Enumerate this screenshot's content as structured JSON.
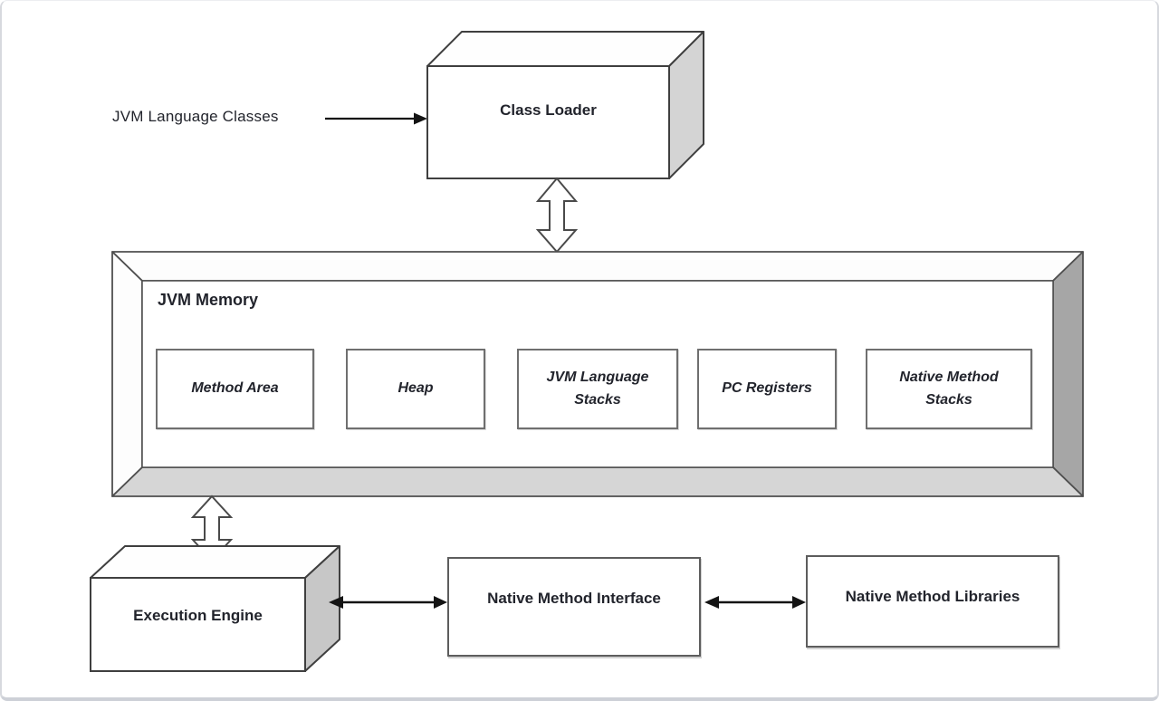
{
  "diagram": {
    "input_label": "JVM Language Classes",
    "class_loader": {
      "label": "Class Loader"
    },
    "jvm_memory": {
      "title": "JVM Memory",
      "components": [
        {
          "label": "Method Area"
        },
        {
          "label": "Heap"
        },
        {
          "label": "JVM Language Stacks"
        },
        {
          "label": "PC Registers"
        },
        {
          "label": "Native Method Stacks"
        }
      ]
    },
    "execution_engine": {
      "label": "Execution Engine"
    },
    "native_method_interface": {
      "label": "Native Method Interface"
    },
    "native_method_libraries": {
      "label": "Native Method Libraries"
    },
    "colors": {
      "text": "#22242c",
      "box_stroke": "#3f3f3f",
      "frame_stroke": "#4f4f4f",
      "box_side_face": "#d4d4d4",
      "engine_side_face": "#c7c7c7",
      "frame_right_face": "#a6a6a6",
      "frame_bottom_face": "#d6d6d6",
      "arrow": "#141414",
      "page_border": "#d7d9de"
    }
  }
}
